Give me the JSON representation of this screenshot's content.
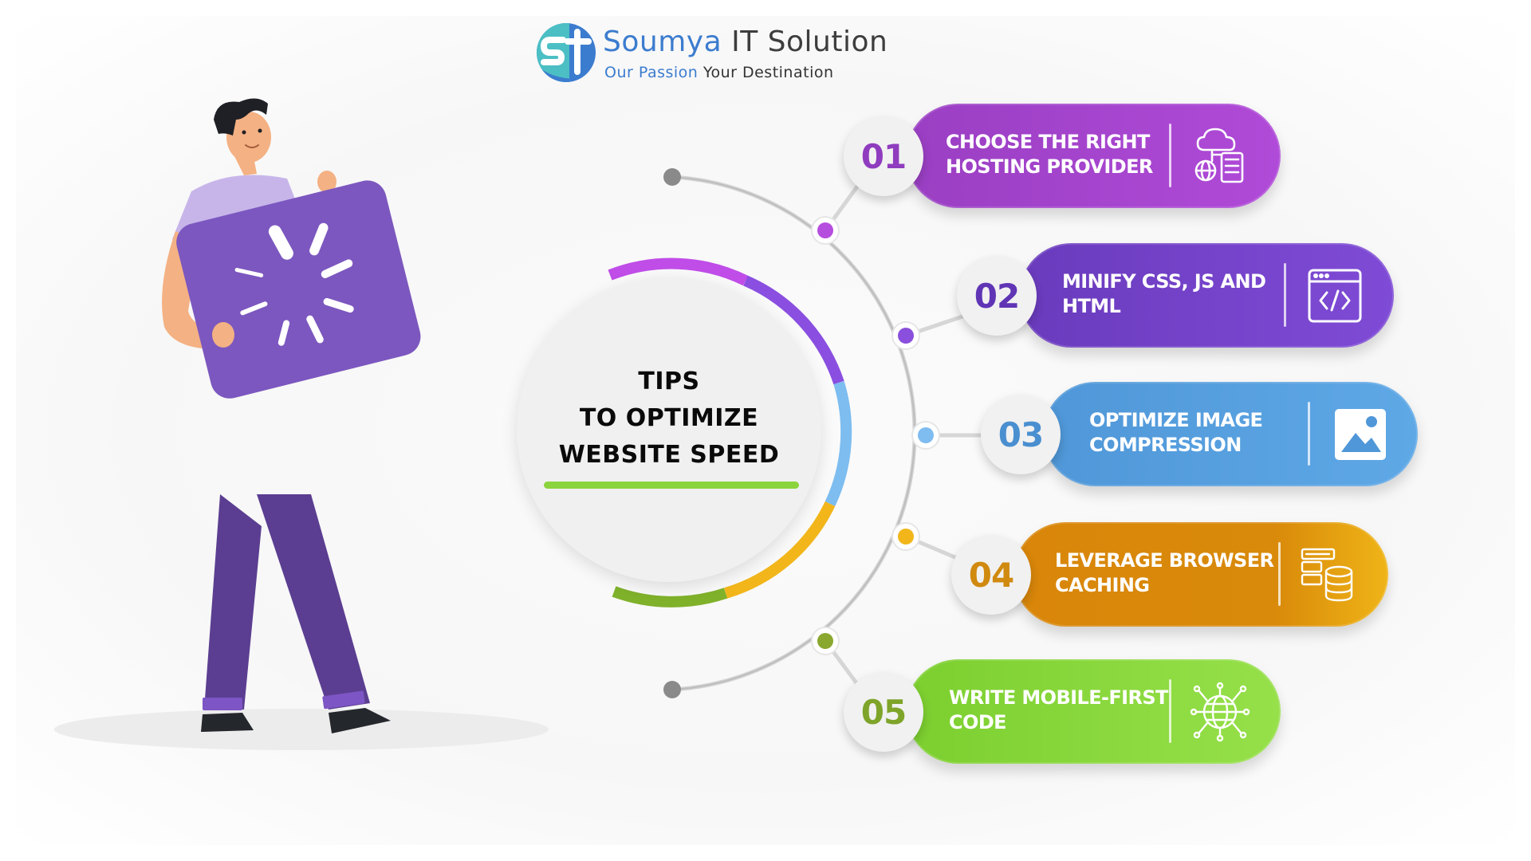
{
  "logo": {
    "brand_word": "Soumya",
    "rest_words": " IT Solution",
    "tagline_accent": "Our Passion",
    "tagline_rest": " Your Destination",
    "colors": {
      "teal": "#4bbfc4",
      "blue": "#3c7ccf"
    }
  },
  "center": {
    "line1": "TIPS",
    "line2": "TO OPTIMIZE",
    "line3": "WEBSITE SPEED",
    "underline_color": "#8bd43d",
    "ring_colors": [
      "#c04de8",
      "#8a4fe0",
      "#7dbdf0",
      "#f2b61b",
      "#80b12b"
    ]
  },
  "tips": [
    {
      "number": "01",
      "line1": "CHOOSE THE RIGHT",
      "line2": "HOSTING PROVIDER",
      "icon": "cloud-server-globe-icon",
      "color": "#9a3fc3",
      "color2": "#b04ad8",
      "number_color": "#8f3cbf"
    },
    {
      "number": "02",
      "line1": "MINIFY CSS, JS AND",
      "line2": "HTML",
      "icon": "code-window-icon",
      "color": "#6a3bbd",
      "color2": "#7f4bd6",
      "number_color": "#5f35b5"
    },
    {
      "number": "03",
      "line1": "OPTIMIZE IMAGE",
      "line2": "COMPRESSION",
      "icon": "image-icon",
      "color": "#4f97d8",
      "color2": "#5fa8e6",
      "number_color": "#4a8fd0"
    },
    {
      "number": "04",
      "line1": "LEVERAGE BROWSER",
      "line2": "CACHING",
      "icon": "database-cache-icon",
      "color": "#d9860a",
      "color2": "#efb417",
      "number_color": "#d08a10"
    },
    {
      "number": "05",
      "line1": "WRITE MOBILE-FIRST",
      "line2": "CODE",
      "icon": "network-globe-icon",
      "color": "#7ccf2f",
      "color2": "#96e04a",
      "number_color": "#7ea42a"
    }
  ],
  "connector_dot_colors": [
    "#b54ede",
    "#8a4fdc",
    "#7fbcf0",
    "#f2b61b",
    "#8aa82f"
  ],
  "endpoint_color": "#8a8a8a",
  "illustration": {
    "board_color": "#7c57bf",
    "shirt_color": "#c7b5ea",
    "pants_color": "#5b3e91",
    "skin_color": "#f4b183",
    "hair_color": "#1e2025"
  }
}
